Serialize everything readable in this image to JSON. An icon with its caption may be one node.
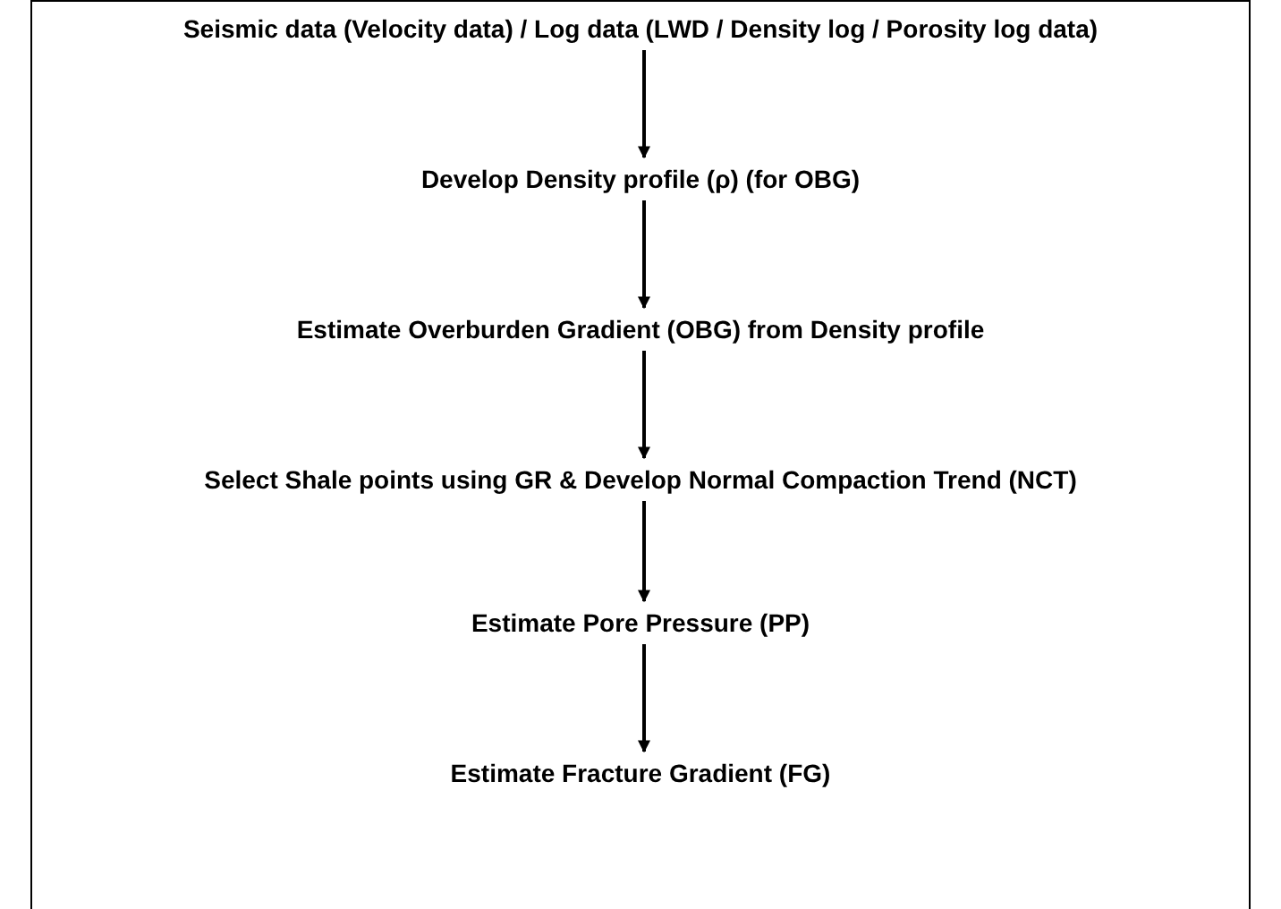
{
  "diagram": {
    "nodes": [
      {
        "text": [
          "Seismic data (Velocity data) / Log data (LWD / Density log / Porosity log data)"
        ]
      },
      {
        "text": [
          "Develop Density profile (ρ) (for OBG)"
        ]
      },
      {
        "text": [
          "Estimate Overburden Gradient (OBG) from Density profile"
        ]
      },
      {
        "text": [
          "Select Shale points using GR & Develop Normal Compaction Trend (NCT)"
        ]
      },
      {
        "text": [
          "Estimate Pore Pressure (PP)"
        ]
      },
      {
        "text": [
          "Estimate Fracture Gradient (FG)"
        ]
      }
    ],
    "edges": [
      {
        "from": 0,
        "to": 1,
        "arrow": "to"
      },
      {
        "from": 1,
        "to": 2,
        "arrow": "to"
      },
      {
        "from": 2,
        "to": 3,
        "arrow": "to"
      },
      {
        "from": 3,
        "to": 4,
        "arrow": "to"
      },
      {
        "from": 4,
        "to": 5,
        "arrow": "to"
      }
    ]
  }
}
